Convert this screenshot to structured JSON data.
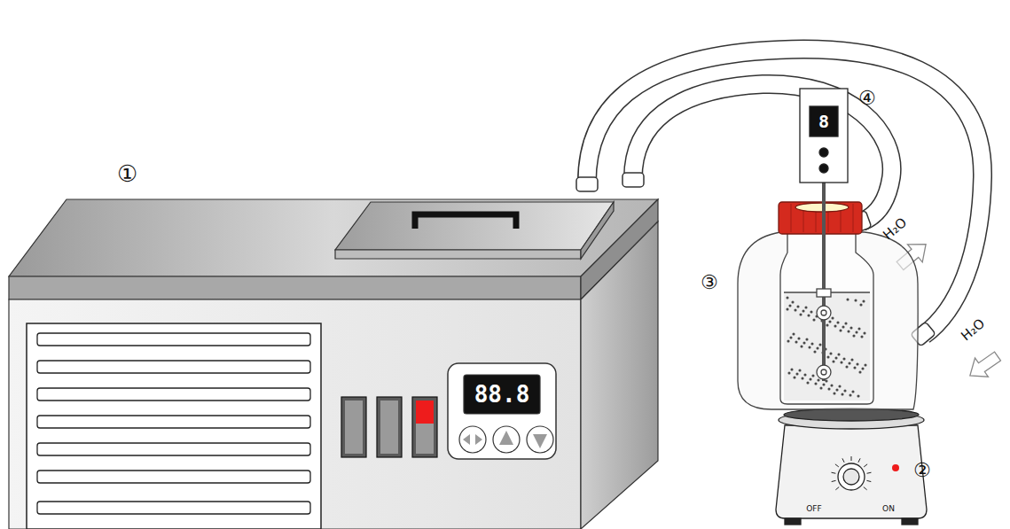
{
  "diagram": {
    "labels": [
      "①",
      "88.8",
      "④",
      "8",
      "③",
      "H₂O",
      "H₂O",
      "②",
      "OFF",
      "ON"
    ]
  }
}
